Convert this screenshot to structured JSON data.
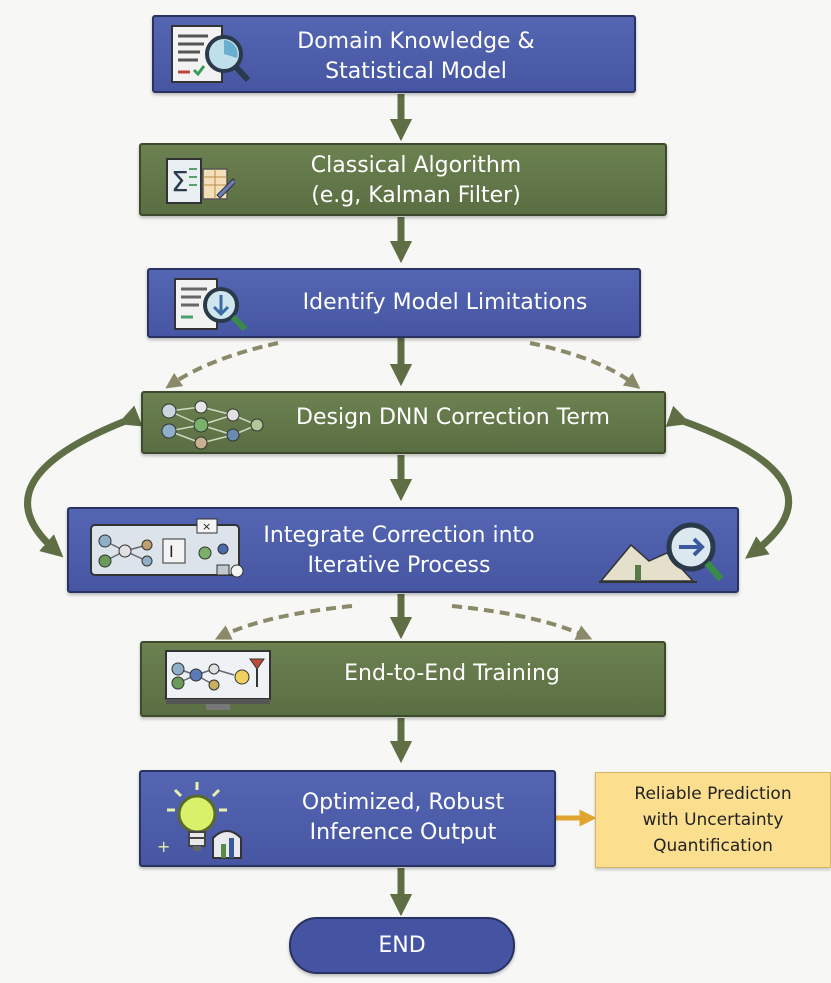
{
  "steps": {
    "domain_knowledge": {
      "line1": "Domain Knowledge &",
      "line2": "Statistical Model",
      "icon": "document-magnifier-icon"
    },
    "classical_algorithm": {
      "line1": "Classical Algorithm",
      "line2": "(e.g, Kalman Filter)",
      "icon": "sigma-table-icon"
    },
    "identify_limitations": {
      "line1": "Identify Model Limitations",
      "icon": "document-download-magnifier-icon"
    },
    "design_dnn": {
      "line1": "Design DNN Correction Term",
      "icon": "neural-network-icon"
    },
    "integrate_correction": {
      "line1": "Integrate Correction into",
      "line2": "Iterative Process",
      "icon": "network-panel-icon",
      "icon_right": "magnifier-arrow-icon"
    },
    "end_to_end": {
      "line1": "End-to-End Training",
      "icon": "monitor-network-icon"
    },
    "optimized_output": {
      "line1": "Optimized, Robust",
      "line2": "Inference Output",
      "icon": "lightbulb-icon"
    }
  },
  "note": {
    "line1": "Reliable Prediction",
    "line2": "with Uncertainty",
    "line3": "Quantification"
  },
  "end": {
    "label": "END"
  },
  "colors": {
    "blue": "#4a5aa8",
    "green": "#627647",
    "arrow": "#5f6e45",
    "note": "#fbdf8f",
    "background": "#f7f7f5"
  }
}
